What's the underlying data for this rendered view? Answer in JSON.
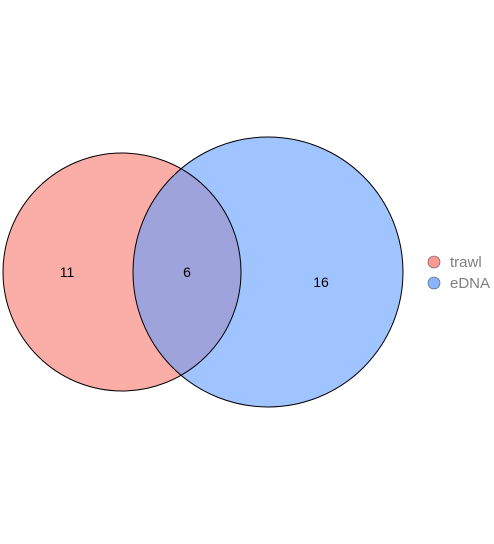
{
  "chart_data": {
    "type": "venn",
    "sets": [
      {
        "name": "trawl",
        "color": "#F8766D"
      },
      {
        "name": "eDNA",
        "color": "#619CFF"
      }
    ],
    "regions": [
      {
        "sets": [
          "trawl"
        ],
        "value": 11
      },
      {
        "sets": [
          "trawl",
          "eDNA"
        ],
        "value": 6
      },
      {
        "sets": [
          "eDNA"
        ],
        "value": 16
      }
    ],
    "legend": {
      "position": "right",
      "entries": [
        "trawl",
        "eDNA"
      ]
    },
    "outline_color": "#000000"
  }
}
